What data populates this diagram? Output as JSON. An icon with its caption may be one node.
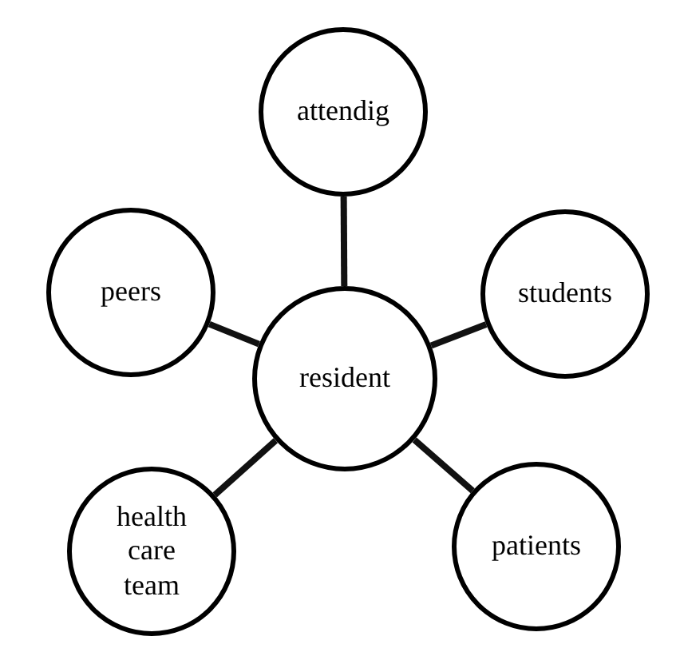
{
  "diagram": {
    "nodes": [
      {
        "text": [
          "attendig"
        ]
      },
      {
        "text": [
          "peers"
        ]
      },
      {
        "text": [
          "students"
        ]
      },
      {
        "text": [
          "resident"
        ]
      },
      {
        "text": [
          "health care team"
        ]
      },
      {
        "text": [
          "patients"
        ]
      }
    ],
    "edges": [
      {
        "from": 3,
        "to": 0,
        "arrow": "none"
      },
      {
        "from": 3,
        "to": 1,
        "arrow": "none"
      },
      {
        "from": 3,
        "to": 2,
        "arrow": "none"
      },
      {
        "from": 3,
        "to": 4,
        "arrow": "none"
      },
      {
        "from": 3,
        "to": 5,
        "arrow": "none"
      }
    ]
  }
}
